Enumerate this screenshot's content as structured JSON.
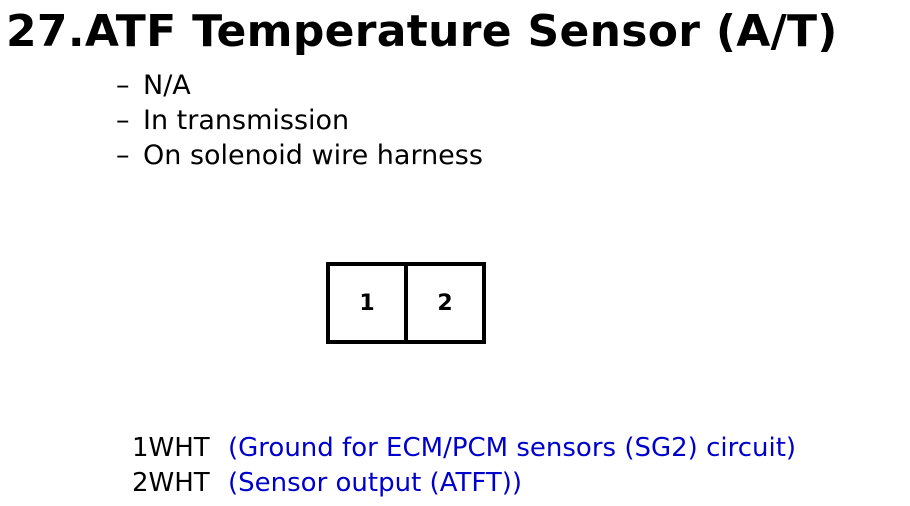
{
  "title": "27.ATF Temperature Sensor (A/T)",
  "bullets": [
    "N/A",
    "In transmission",
    "On solenoid wire harness"
  ],
  "bullet_marker": "–",
  "connector": {
    "pins": [
      "1",
      "2"
    ]
  },
  "wiring": [
    {
      "pin_wire": "1WHT",
      "description": "(Ground for ECM/PCM sensors (SG2) circuit)"
    },
    {
      "pin_wire": "2WHT",
      "description": "(Sensor output (ATFT))"
    }
  ],
  "colors": {
    "text": "#000000",
    "description": "#0000cc",
    "background": "#ffffff"
  }
}
